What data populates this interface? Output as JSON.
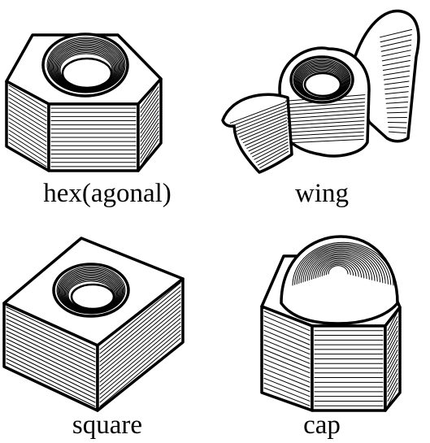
{
  "nuts": [
    {
      "key": "hex",
      "label": "hex(agonal)"
    },
    {
      "key": "wing",
      "label": "wing"
    },
    {
      "key": "square",
      "label": "square"
    },
    {
      "key": "cap",
      "label": "cap"
    }
  ],
  "colors": {
    "ink": "#000000",
    "paper": "#ffffff"
  }
}
